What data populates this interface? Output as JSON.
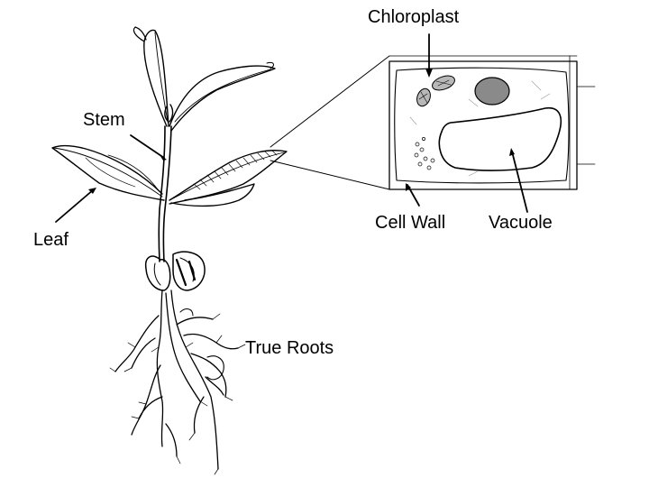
{
  "labels": {
    "chloroplast": "Chloroplast",
    "stem": "Stem",
    "leaf": "Leaf",
    "cell_wall": "Cell Wall",
    "vacuole": "Vacuole",
    "true_roots": "True Roots"
  }
}
